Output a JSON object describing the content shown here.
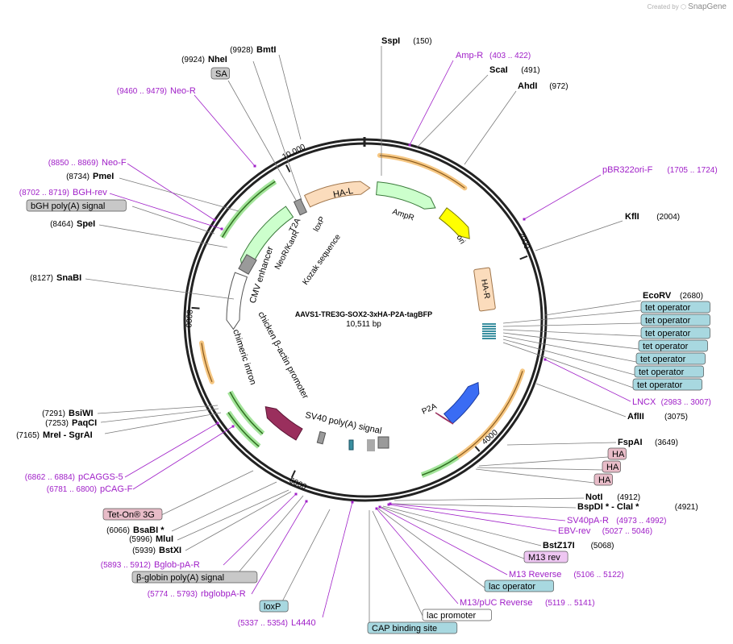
{
  "brand": {
    "prefix": "Created by",
    "name": "SnapGene"
  },
  "plasmid": {
    "name": "AAVS1-TRE3G-SOX2-3xHA-P2A-tagBFP",
    "length": "10,511 bp"
  },
  "ticks": [
    "10,000",
    "2000",
    "4000",
    "6000",
    "8000"
  ],
  "features": [
    {
      "label": "HA-L",
      "color": "#fbdcbc"
    },
    {
      "label": "AmpR",
      "color": "#ccffcc"
    },
    {
      "label": "ori",
      "color": "#ffff00"
    },
    {
      "label": "HA-R",
      "color": "#fbdcbc"
    },
    {
      "label": "TagBFP",
      "color": "#3a6cf4"
    },
    {
      "label": "P2A"
    },
    {
      "label": "SV40 poly(A) signal"
    },
    {
      "label": "chicken β-actin promoter",
      "color": "#9a2f5d"
    },
    {
      "label": "chimeric intron"
    },
    {
      "label": "CMV enhancer"
    },
    {
      "label": "NeoR/KanR",
      "color": "#ccffcc"
    },
    {
      "label": "T2A"
    },
    {
      "label": "loxP"
    },
    {
      "label": "Kozak sequence"
    }
  ],
  "annotations": [
    {
      "kind": "enzyme",
      "name": "SspI",
      "pos": "(150)"
    },
    {
      "kind": "primer",
      "name": "Amp-R",
      "pos": "(403 .. 422)"
    },
    {
      "kind": "enzyme",
      "name": "ScaI",
      "pos": "(491)"
    },
    {
      "kind": "enzyme",
      "name": "AhdI",
      "pos": "(972)"
    },
    {
      "kind": "primer",
      "name": "pBR322ori-F",
      "pos": "(1705 .. 1724)"
    },
    {
      "kind": "enzyme",
      "name": "KflI",
      "pos": "(2004)"
    },
    {
      "kind": "enzyme",
      "name": "EcoRV",
      "pos": "(2680)"
    },
    {
      "kind": "box",
      "name": "tet operator",
      "color": "#a8d8e0"
    },
    {
      "kind": "box",
      "name": "tet operator",
      "color": "#a8d8e0"
    },
    {
      "kind": "box",
      "name": "tet operator",
      "color": "#a8d8e0"
    },
    {
      "kind": "box",
      "name": "tet operator",
      "color": "#a8d8e0"
    },
    {
      "kind": "box",
      "name": "tet operator",
      "color": "#a8d8e0"
    },
    {
      "kind": "box",
      "name": "tet operator",
      "color": "#a8d8e0"
    },
    {
      "kind": "box",
      "name": "tet operator",
      "color": "#a8d8e0"
    },
    {
      "kind": "primer",
      "name": "LNCX",
      "pos": "(2983 .. 3007)"
    },
    {
      "kind": "enzyme",
      "name": "AflII",
      "pos": "(3075)"
    },
    {
      "kind": "enzyme",
      "name": "FspAI",
      "pos": "(3649)"
    },
    {
      "kind": "box",
      "name": "HA",
      "color": "#e8bcc8"
    },
    {
      "kind": "box",
      "name": "HA",
      "color": "#e8bcc8"
    },
    {
      "kind": "box",
      "name": "HA",
      "color": "#e8bcc8"
    },
    {
      "kind": "enzyme",
      "name": "NotI",
      "pos": "(4912)"
    },
    {
      "kind": "enzyme",
      "name": "BspDI * - ClaI *",
      "pos": "(4921)"
    },
    {
      "kind": "primer",
      "name": "SV40pA-R",
      "pos": "(4973 .. 4992)"
    },
    {
      "kind": "primer",
      "name": "EBV-rev",
      "pos": "(5027 .. 5046)"
    },
    {
      "kind": "enzyme",
      "name": "BstZ17I",
      "pos": "(5068)"
    },
    {
      "kind": "box",
      "name": "M13 rev",
      "color": "#eec6f2"
    },
    {
      "kind": "primer",
      "name": "M13 Reverse",
      "pos": "(5106 .. 5122)"
    },
    {
      "kind": "box",
      "name": "lac operator",
      "color": "#a8d8e0"
    },
    {
      "kind": "primer",
      "name": "M13/pUC Reverse",
      "pos": "(5119 .. 5141)"
    },
    {
      "kind": "box",
      "name": "lac promoter",
      "color": "#ffffff"
    },
    {
      "kind": "box",
      "name": "CAP binding site",
      "color": "#a8d8e0"
    },
    {
      "kind": "primer",
      "name": "L4440",
      "pos": "(5337 .. 5354)"
    },
    {
      "kind": "box",
      "name": "loxP",
      "color": "#a8d8e0"
    },
    {
      "kind": "primer",
      "name": "rbglobpA-R",
      "pos": "(5774 .. 5793)"
    },
    {
      "kind": "box",
      "name": "β-globin poly(A) signal",
      "color": "#c8c8c8"
    },
    {
      "kind": "primer",
      "name": "Bglob-pA-R",
      "pos": "(5893 .. 5912)"
    },
    {
      "kind": "enzyme",
      "name": "BstXI",
      "pos": "(5939)"
    },
    {
      "kind": "enzyme",
      "name": "MluI",
      "pos": "(5996)"
    },
    {
      "kind": "enzyme",
      "name": "BsaBI *",
      "pos": "(6066)"
    },
    {
      "kind": "box",
      "name": "Tet-On® 3G",
      "color": "#e8bcc8"
    },
    {
      "kind": "primer",
      "name": "pCAG-F",
      "pos": "(6781 .. 6800)"
    },
    {
      "kind": "primer",
      "name": "pCAGGS-5",
      "pos": "(6862 .. 6884)"
    },
    {
      "kind": "enzyme",
      "name": "MreI - SgrAI",
      "pos": "(7165)"
    },
    {
      "kind": "enzyme",
      "name": "PaqCI",
      "pos": "(7253)"
    },
    {
      "kind": "enzyme",
      "name": "BsiWI",
      "pos": "(7291)"
    },
    {
      "kind": "enzyme",
      "name": "SnaBI",
      "pos": "(8127)"
    },
    {
      "kind": "enzyme",
      "name": "SpeI",
      "pos": "(8464)"
    },
    {
      "kind": "box",
      "name": "bGH poly(A) signal",
      "color": "#c8c8c8"
    },
    {
      "kind": "primer",
      "name": "BGH-rev",
      "pos": "(8702 .. 8719)"
    },
    {
      "kind": "enzyme",
      "name": "PmeI",
      "pos": "(8734)"
    },
    {
      "kind": "primer",
      "name": "Neo-F",
      "pos": "(8850 .. 8869)"
    },
    {
      "kind": "primer",
      "name": "Neo-R",
      "pos": "(9460 .. 9479)"
    },
    {
      "kind": "box",
      "name": "SA",
      "color": "#c8c8c8"
    },
    {
      "kind": "enzyme",
      "name": "NheI",
      "pos": "(9924)"
    },
    {
      "kind": "enzyme",
      "name": "BmtI",
      "pos": "(9928)"
    }
  ]
}
